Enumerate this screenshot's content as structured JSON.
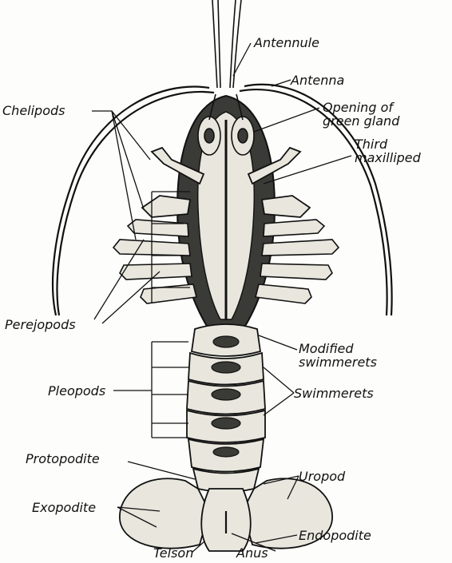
{
  "labels": {
    "antennule": "Antennule",
    "antenna": "Antenna",
    "chelipods": "Chelipods",
    "opening_green_gland": "Opening of\ngreen gland",
    "third_maxilliped": "Third\nmaxilliped",
    "perejopods": "Perejopods",
    "modified_swimmerets": "Modified\nswimmerets",
    "pleopods": "Pleopods",
    "swimmerets": "Swimmerets",
    "protopodite": "Protopodite",
    "uropod": "Uropod",
    "exopodite": "Exopodite",
    "endopodite": "Endopodite",
    "telson": "Telson",
    "anus": "Anus"
  },
  "colors": {
    "ink": "#111111",
    "shell_light": "#e8e6dd",
    "shell_dark": "#3a3a36",
    "background": "#fdfdfb"
  }
}
